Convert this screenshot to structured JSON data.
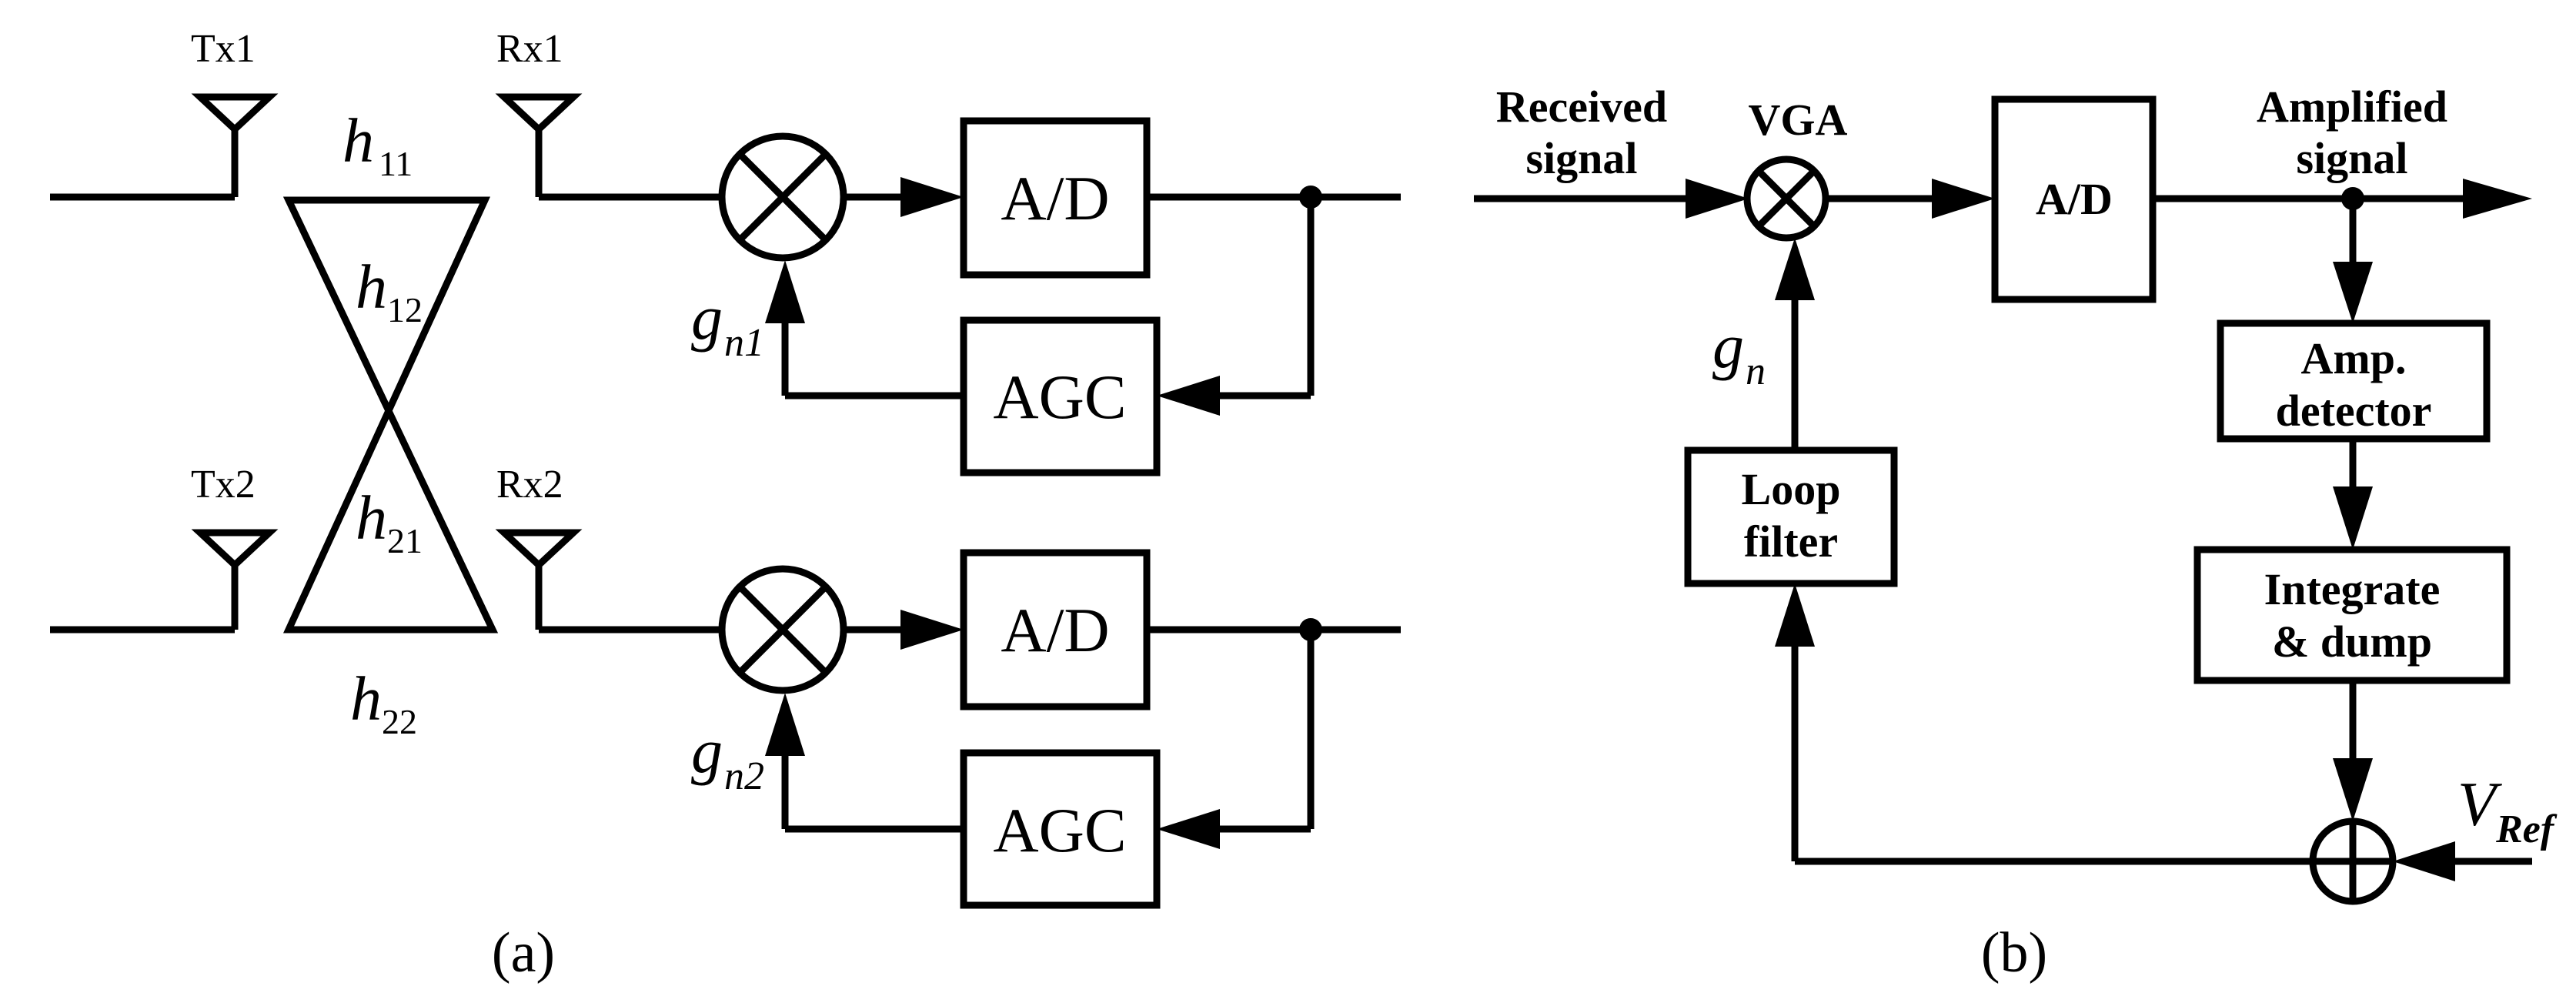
{
  "panel_a": {
    "tx1": "Tx1",
    "rx1": "Rx1",
    "tx2": "Tx2",
    "rx2": "Rx2",
    "h11": "h",
    "h11_sub": "11",
    "h12": "h",
    "h12_sub": "12",
    "h21": "h",
    "h21_sub": "21",
    "h22": "h",
    "h22_sub": "22",
    "ad1": "A/D",
    "ad2": "A/D",
    "agc1": "AGC",
    "agc2": "AGC",
    "gn1": "g",
    "gn1_sub": "n1",
    "gn2": "g",
    "gn2_sub": "n2",
    "caption": "(a)"
  },
  "panel_b": {
    "received_1": "Received",
    "received_2": "signal",
    "vga": "VGA",
    "ad": "A/D",
    "amplified_1": "Amplified",
    "amplified_2": "signal",
    "amp_det_1": "Amp.",
    "amp_det_2": "detector",
    "int_dump_1": "Integrate",
    "int_dump_2": "& dump",
    "loop_filter_1": "Loop",
    "loop_filter_2": "filter",
    "gn": "g",
    "gn_sub": "n",
    "vref": "V",
    "vref_sub": "Ref",
    "caption": "(b)"
  }
}
